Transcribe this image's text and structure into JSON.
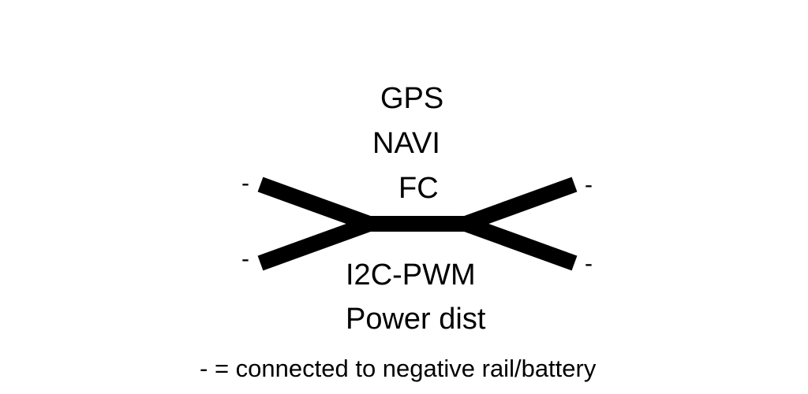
{
  "diagram": {
    "top_labels": [
      "GPS",
      "NAVI",
      "FC"
    ],
    "bottom_labels": [
      "I2C-PWM",
      "Power dist"
    ],
    "arm_marks": {
      "top_left": "-",
      "bottom_left": "-",
      "top_right": "-",
      "bottom_right": "-"
    },
    "legend": {
      "symbol": "-",
      "text": "= connected to negative rail/battery"
    },
    "line_color": "#000000"
  }
}
